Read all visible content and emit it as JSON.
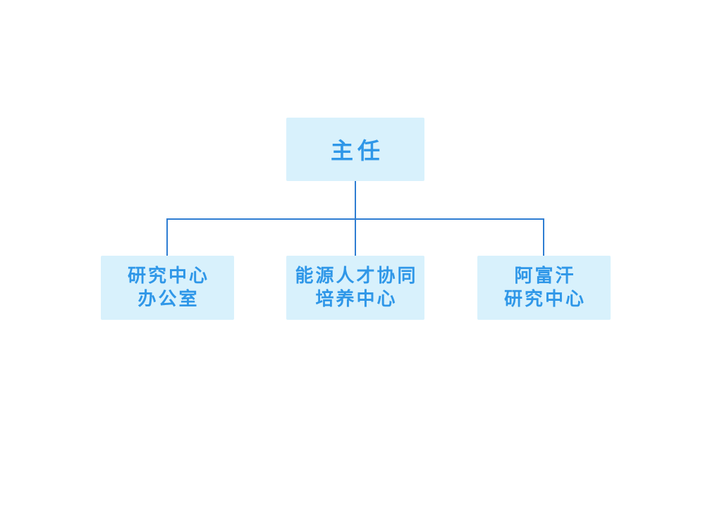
{
  "org_chart": {
    "root": {
      "label": "主任"
    },
    "children": [
      {
        "lines": [
          "研究中心",
          "办公室"
        ]
      },
      {
        "lines": [
          "能源人才协同",
          "培养中心"
        ]
      },
      {
        "lines": [
          "阿富汗",
          "研究中心"
        ]
      }
    ]
  },
  "colors": {
    "background": "#ffffff",
    "box_fill": "#d8f1fc",
    "box_text": "#2f97e8",
    "line": "#2e7dd2"
  }
}
